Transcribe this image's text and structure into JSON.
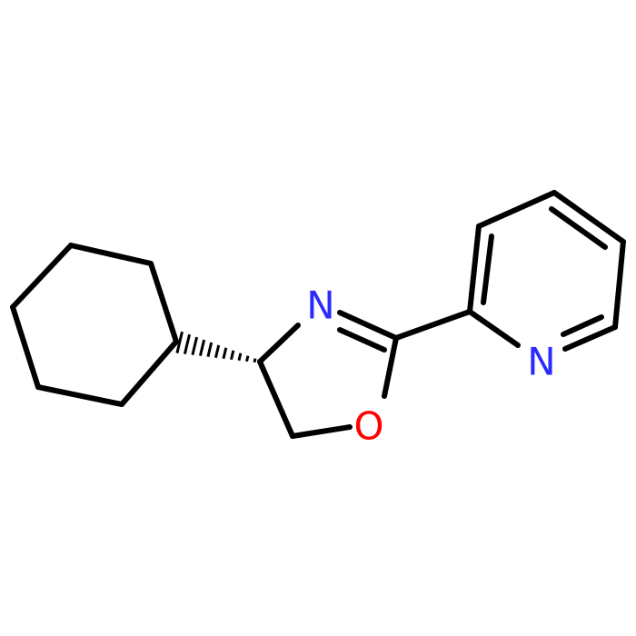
{
  "structure": {
    "atoms": [
      {
        "id": "N1",
        "symbol": "N",
        "color": "#2a2aff"
      },
      {
        "id": "O1",
        "symbol": "O",
        "color": "#ff0000"
      },
      {
        "id": "N2",
        "symbol": "N",
        "color": "#2a2aff"
      }
    ],
    "bonds": [
      {
        "id": "cy1",
        "order": 1
      },
      {
        "id": "cy2",
        "order": 1
      },
      {
        "id": "cy3",
        "order": 1
      },
      {
        "id": "cy4",
        "order": 1
      },
      {
        "id": "cy5",
        "order": 1
      },
      {
        "id": "cy6",
        "order": 1
      },
      {
        "id": "stereo-hash",
        "order": 1,
        "stereo": "hashed-wedge"
      },
      {
        "id": "c4-n3",
        "order": 1
      },
      {
        "id": "n3-c2",
        "order": 2
      },
      {
        "id": "c2-o1",
        "order": 1
      },
      {
        "id": "o1-c5",
        "order": 1
      },
      {
        "id": "c5-c4",
        "order": 1
      },
      {
        "id": "c2-py2",
        "order": 1
      },
      {
        "id": "py2-py3",
        "order": 2
      },
      {
        "id": "py3-py4",
        "order": 1
      },
      {
        "id": "py4-py5",
        "order": 2
      },
      {
        "id": "py5-py6",
        "order": 1
      },
      {
        "id": "py6-pyn",
        "order": 2
      },
      {
        "id": "pyn-py2",
        "order": 1
      }
    ]
  }
}
